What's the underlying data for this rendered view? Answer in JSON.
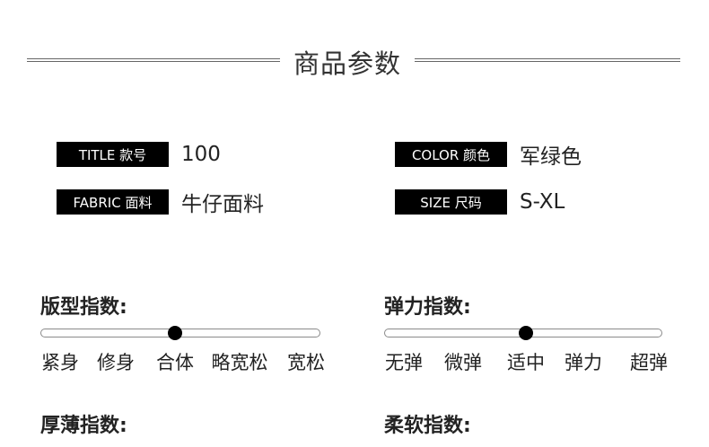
{
  "header": {
    "title": "商品参数"
  },
  "params": {
    "style": {
      "label": "TITLE 款号",
      "value": "100"
    },
    "color": {
      "label": "COLOR 颜色",
      "value": "军绿色"
    },
    "fabric": {
      "label": "FABRIC 面料",
      "value": "牛仔面料"
    },
    "size": {
      "label": "SIZE 尺码",
      "value": "S-XL"
    }
  },
  "indices": {
    "fit": {
      "title": "版型指数:",
      "options": [
        "紧身",
        "修身",
        "合体",
        "略宽松",
        "宽松"
      ],
      "selected_index": 2
    },
    "elasticity": {
      "title": "弹力指数:",
      "options": [
        "无弹",
        "微弹",
        "适中",
        "弹力",
        "超弹"
      ],
      "selected_index": 2
    },
    "thickness": {
      "title": "厚薄指数:"
    },
    "softness": {
      "title": "柔软指数:"
    }
  },
  "colors": {
    "label_background": "#000000",
    "label_text": "#ffffff",
    "knob": "#000000",
    "track_border": "#8a8a8a"
  }
}
